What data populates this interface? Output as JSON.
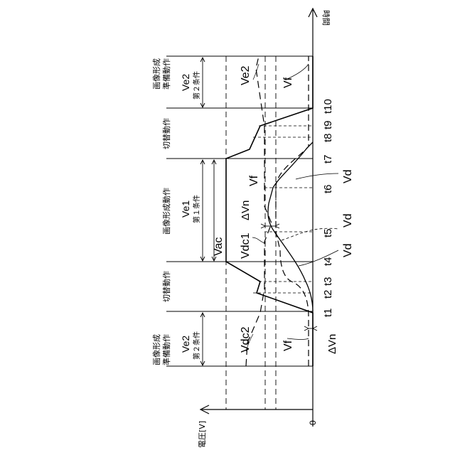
{
  "axes": {
    "time_label": "時間",
    "voltage_label": "電圧[V]",
    "origin_label": "0"
  },
  "time_marks": [
    "t1",
    "t2",
    "t3",
    "t4",
    "t5",
    "t6",
    "t7",
    "t8",
    "t9",
    "t10"
  ],
  "phases": [
    {
      "title_line1": "画像形成",
      "title_line2": "準備動作",
      "cond_name": "Ve2",
      "cond_label": "第２条件"
    },
    {
      "title_line1": "切替動作"
    },
    {
      "title_line1": "画像形成動作",
      "cond_name": "Ve1",
      "cond_label": "第１条件"
    },
    {
      "title_line1": "切替動作"
    },
    {
      "title_line1": "画像形成",
      "title_line2": "準備動作",
      "cond_name": "Ve2",
      "cond_label": "第２条件"
    }
  ],
  "signals": {
    "vac": "Vac",
    "vdc1": "Vdc1",
    "vdc2": "Vdc2",
    "ve2": "Ve2",
    "vf": "Vf",
    "vd": "Vd",
    "delta_vn": "ΔVn"
  }
}
